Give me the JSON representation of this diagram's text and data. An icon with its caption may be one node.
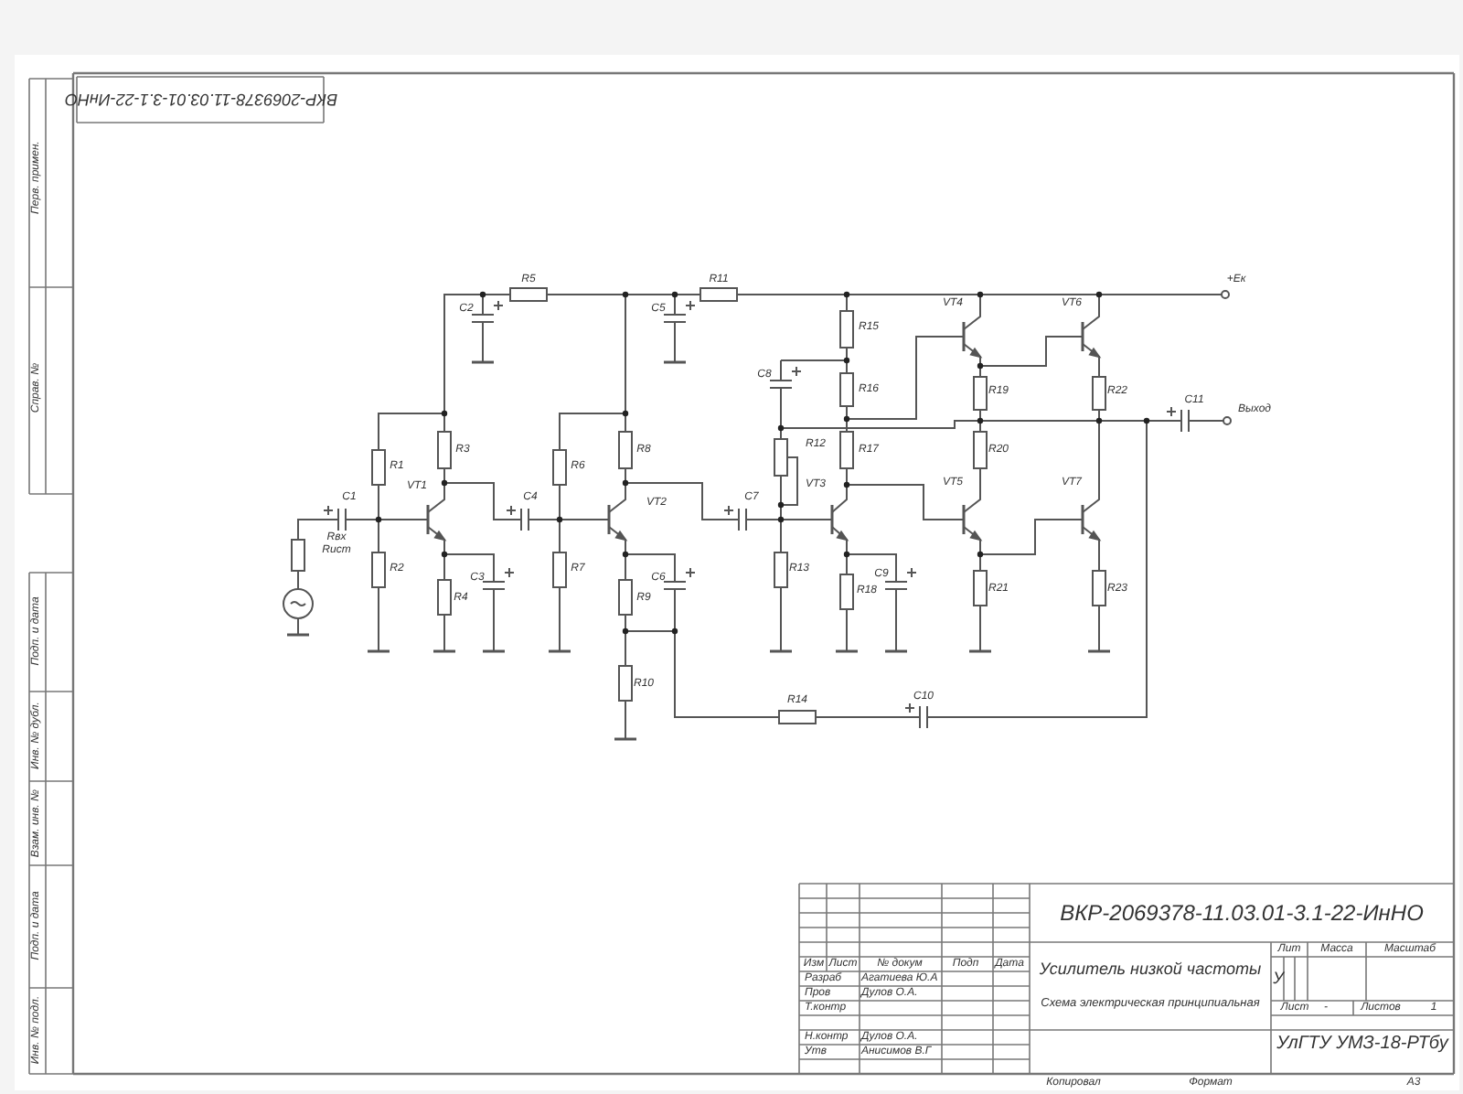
{
  "diagram": {
    "labels": [
      "ВКР-2069378-11.03.01-3.1-22-ИнНО",
      "Перв. примен.",
      "Справ. №",
      "R5",
      "R11",
      "VT4",
      "VT6",
      "+Ек",
      "C2",
      "C5",
      "R15",
      "C8",
      "R16",
      "R19",
      "R22",
      "C11",
      "Выход",
      "R3",
      "R8",
      "R17",
      "R12",
      "R20",
      "R1",
      "R6",
      "VT1",
      "VT2",
      "VT3",
      "VT5",
      "VT7",
      "C1",
      "C4",
      "C7",
      "Rвх",
      "Rист",
      "R2",
      "R7",
      "R13",
      "C3",
      "C6",
      "R18",
      "C9",
      "R21",
      "R23",
      "R4",
      "R9",
      "R14",
      "C10",
      "R10",
      "Подп. и дата",
      "Инв. № дубл.",
      "Взам. инв. №",
      "Подп. и дата",
      "Инв. № подл.",
      "ВКР-2069378-11.03.01-3.1-22-ИнНО",
      "Изм",
      "Лист",
      "№ докум",
      "Подп",
      "Дата",
      "Усилитель низкой частоты",
      "Лит",
      "Масса",
      "Масштаб",
      "Разраб",
      "Агатиева Ю.А",
      "У",
      "Пров",
      "Дулов О.А.",
      "Т.контр",
      "Схема электрическая принципиальная",
      "Лист",
      "-",
      "Листов",
      "1",
      "Н.контр",
      "Дулов О.А.",
      "УлГТУ УМЗ-18-РТбу",
      "Утв",
      "Анисимов В.Г",
      "Копировал",
      "Формат",
      "А3"
    ]
  }
}
